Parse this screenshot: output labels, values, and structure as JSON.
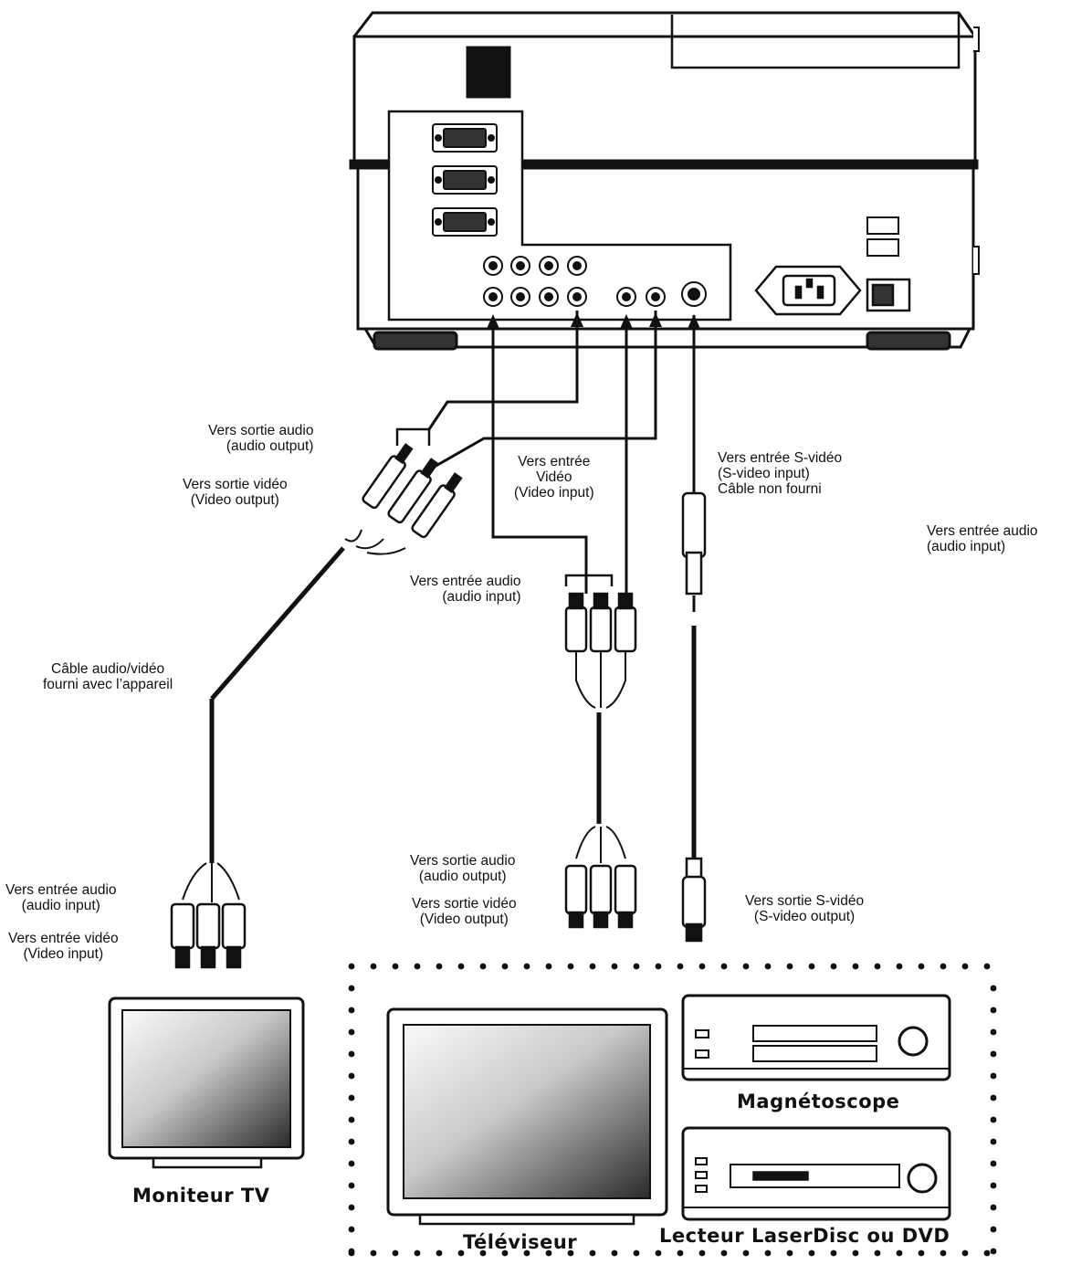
{
  "labels": {
    "top_audio_out_fr": "Vers sortie audio",
    "top_audio_out_en": "(audio output)",
    "top_video_out_fr": "Vers sortie vidéo",
    "top_video_out_en": "(Video output)",
    "video_in_fr_1": "Vers entrée",
    "video_in_fr_2": "Vidéo",
    "video_in_en": "(Video input)",
    "svideo_in_fr": "Vers entrée S-vidéo",
    "svideo_in_en": "(S-video input)",
    "svideo_cable_note": "Câble non fourni",
    "far_audio_in_fr": "Vers entrée audio",
    "far_audio_in_en": "(audio input)",
    "mid_audio_in_fr": "Vers entrée audio",
    "mid_audio_in_en": "(audio input)",
    "av_cable_1": "Câble audio/vidéo",
    "av_cable_2": "fourni avec l’appareil",
    "tv_audio_in_fr": "Vers entrée audio",
    "tv_audio_in_en": "(audio input)",
    "tv_video_in_fr": "Vers entrée vidéo",
    "tv_video_in_en": "(Video input)",
    "bot_audio_out_fr": "Vers sortie audio",
    "bot_audio_out_en": "(audio output)",
    "bot_video_out_fr": "Vers sortie vidéo",
    "bot_video_out_en": "(Video output)",
    "svideo_out_fr": "Vers sortie S-vidéo",
    "svideo_out_en": "(S-video output)"
  },
  "devices": {
    "monitor": "Moniteur TV",
    "tv": "Téléviseur",
    "vcr": "Magnétoscope",
    "player": "Lecteur LaserDisc ou DVD"
  }
}
